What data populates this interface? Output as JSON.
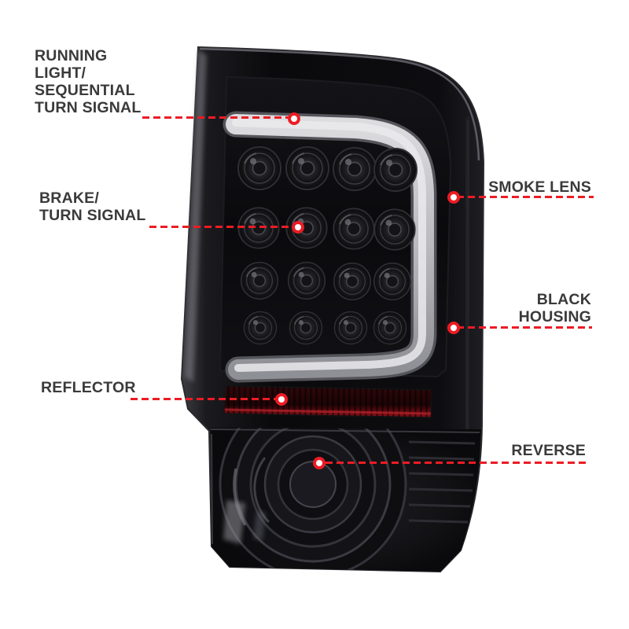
{
  "colors": {
    "accent_red": "#ec1c24",
    "label_text": "#3a3a3a",
    "page_bg": "#ffffff",
    "housing_black": "#0b0b0d",
    "smoke_lens_gray": "#101014",
    "light_bar_gray": "#c4c4c9",
    "reflector_red": "#8c1118"
  },
  "callouts": [
    {
      "id": "running-light",
      "label": "RUNNING\nLIGHT/\nSEQUENTIAL\nTURN SIGNAL",
      "side": "left"
    },
    {
      "id": "brake-turn-signal",
      "label": "BRAKE/\nTURN SIGNAL",
      "side": "left"
    },
    {
      "id": "smoke-lens",
      "label": "SMOKE LENS",
      "side": "right"
    },
    {
      "id": "black-housing",
      "label": "BLACK\nHOUSING",
      "side": "right"
    },
    {
      "id": "reflector",
      "label": "REFLECTOR",
      "side": "left"
    },
    {
      "id": "reverse",
      "label": "REVERSE",
      "side": "right"
    }
  ]
}
